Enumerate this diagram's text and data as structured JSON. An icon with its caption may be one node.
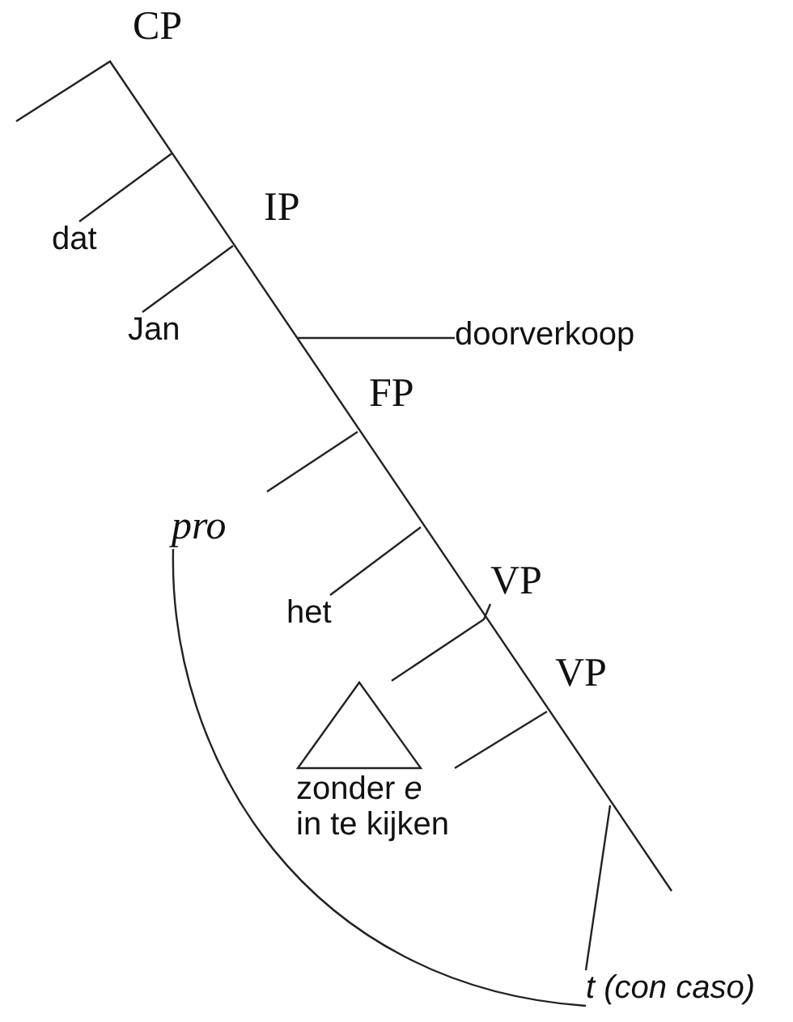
{
  "diagram": {
    "nodes": [
      {
        "text": [
          "CP"
        ]
      },
      {
        "text": [
          "dat"
        ]
      },
      {
        "text": [
          "IP"
        ]
      },
      {
        "text": [
          "Jan"
        ]
      },
      {
        "text": [
          "doorverkoop"
        ]
      },
      {
        "text": [
          "FP"
        ]
      },
      {
        "text": [
          "pro"
        ]
      },
      {
        "text": [
          "het"
        ]
      },
      {
        "text": [
          "VP"
        ]
      },
      {
        "text": [
          "VP"
        ]
      },
      {
        "text": [
          "zonder *e* in te kijken"
        ]
      },
      {
        "text": [
          "t (con caso)"
        ]
      }
    ],
    "edges": [
      {
        "from": null,
        "to": 1,
        "arrow": "none"
      },
      {
        "from": null,
        "to": 3,
        "arrow": "none"
      },
      {
        "from": null,
        "to": 4,
        "arrow": "none"
      },
      {
        "from": null,
        "to": 7,
        "arrow": "none"
      },
      {
        "from": 8,
        "to": 10,
        "arrow": "none"
      },
      {
        "from": null,
        "to": 11,
        "arrow": "none"
      },
      {
        "from": 6,
        "to": 11,
        "arrow": "none"
      }
    ]
  }
}
